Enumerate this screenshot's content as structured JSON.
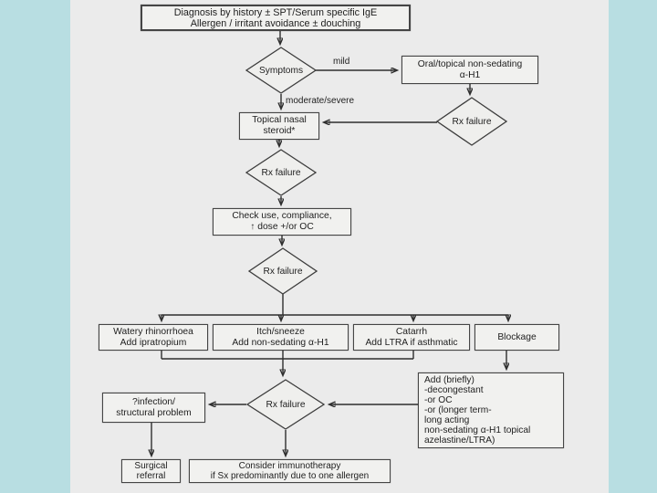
{
  "colors": {
    "frame_blue": "#b8dee2",
    "paper": "#ebebeb",
    "line": "#2e2e2e",
    "box_border": "#454545"
  },
  "edge_labels": {
    "mild": "mild",
    "moderate_severe": "moderate/severe"
  },
  "nodes": {
    "diagnosis": {
      "lines": [
        "Diagnosis by history ± SPT/Serum specific IgE",
        "Allergen / irritant avoidance ± douching"
      ]
    },
    "symptoms": {
      "label": "Symptoms"
    },
    "oral_topical": {
      "lines": [
        "Oral/topical non-sedating",
        "α-H1"
      ]
    },
    "rx_failure_top": {
      "label": "Rx failure"
    },
    "topical_nasal": {
      "lines": [
        "Topical nasal",
        "steroid*"
      ]
    },
    "rx_failure_2": {
      "label": "Rx failure"
    },
    "check_use": {
      "lines": [
        "Check use, compliance,",
        "↑ dose +/or OC"
      ]
    },
    "rx_failure_3": {
      "label": "Rx failure"
    },
    "watery": {
      "lines": [
        "Watery rhinorrhoea",
        "Add ipratropium"
      ]
    },
    "itch": {
      "lines": [
        "Itch/sneeze",
        "Add non-sedating α-H1"
      ]
    },
    "catarrh": {
      "lines": [
        "Catarrh",
        "Add LTRA if asthmatic"
      ]
    },
    "blockage": {
      "label": "Blockage"
    },
    "add_briefly": {
      "lines": [
        "Add (briefly)",
        "-decongestant",
        "-or OC",
        "-or (longer term-",
        "long acting",
        "non-sedating α-H1 topical",
        "azelastine/LTRA)"
      ]
    },
    "rx_failure_4": {
      "label": "Rx failure"
    },
    "infection": {
      "lines": [
        "?infection/",
        "structural problem"
      ]
    },
    "surgical": {
      "lines": [
        "Surgical",
        "referral"
      ]
    },
    "consider": {
      "lines": [
        "Consider immunotherapy",
        "if Sx predominantly due to one allergen"
      ]
    }
  }
}
